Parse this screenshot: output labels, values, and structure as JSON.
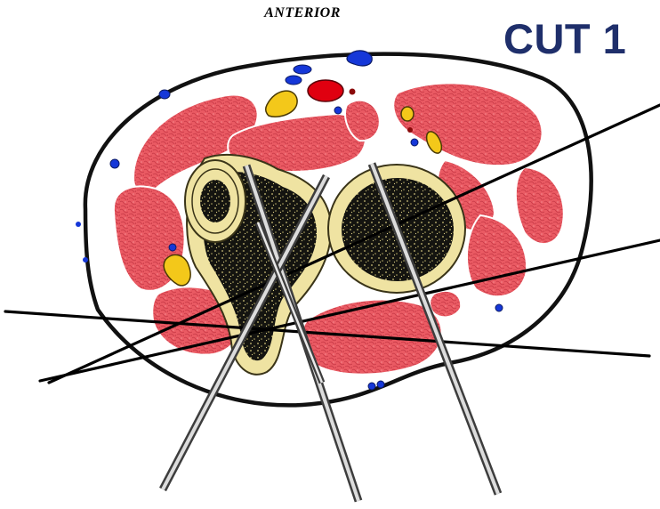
{
  "header": {
    "orientation_label": "ANTERIOR",
    "cut_label": "CUT 1"
  },
  "colors": {
    "muscle": "#ea5a63",
    "bone_cortex": "#efe3a2",
    "marrow": "#1a1a12",
    "artery": "#e00010",
    "vein": "#1537d8",
    "nerve": "#f3c81a",
    "skin_outline": "#111111",
    "title": "#1f2f6b"
  },
  "structures": [
    {
      "name": "skin",
      "kind": "outline"
    },
    {
      "name": "muscles",
      "kind": "tissue"
    },
    {
      "name": "radius",
      "kind": "bone"
    },
    {
      "name": "ulna",
      "kind": "bone"
    },
    {
      "name": "artery",
      "kind": "vessel"
    },
    {
      "name": "veins",
      "kind": "vessel"
    },
    {
      "name": "nerves",
      "kind": "nerve"
    }
  ],
  "instruments": {
    "pins": 4,
    "wires": 3
  }
}
